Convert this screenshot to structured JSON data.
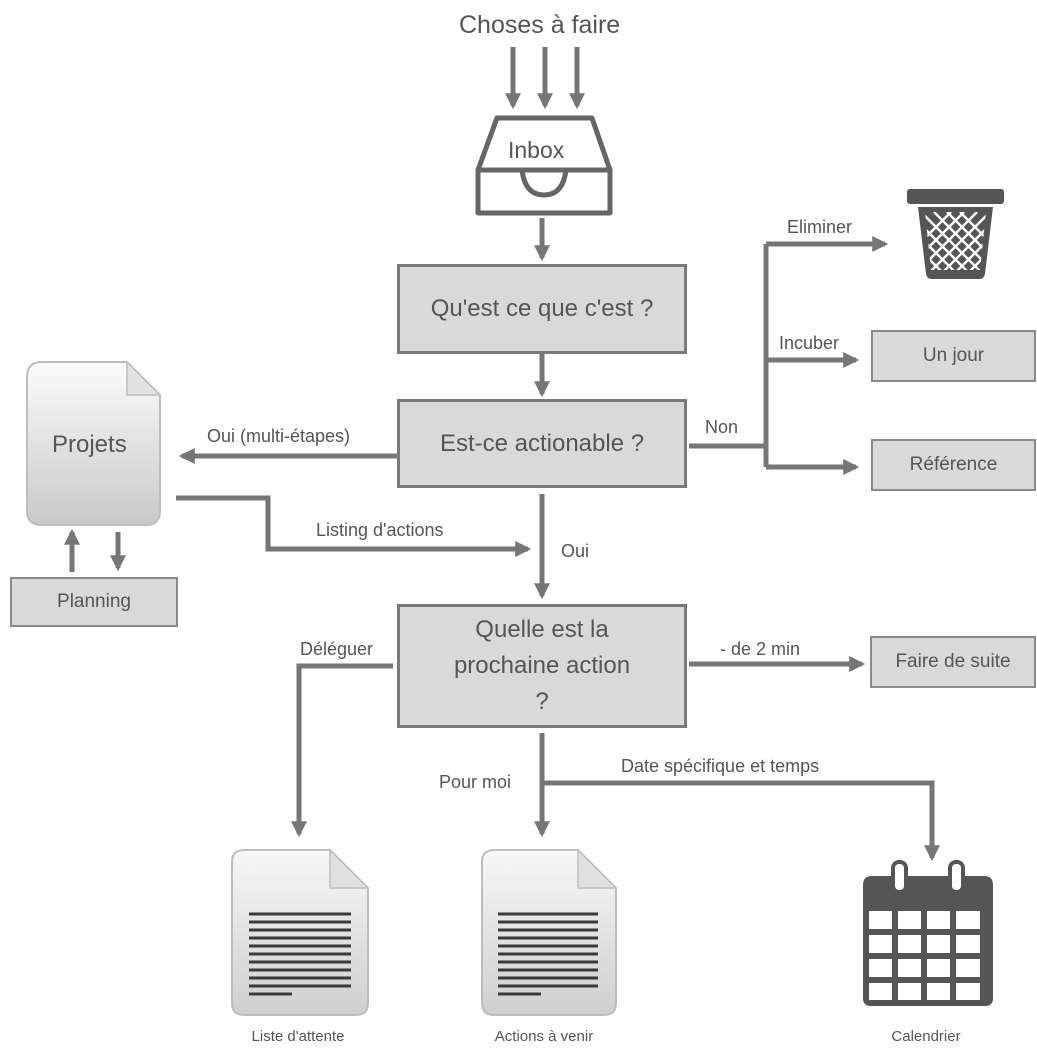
{
  "title": "Choses à faire",
  "inbox": {
    "label": "Inbox"
  },
  "question_what": "Qu'est ce que c'est ?",
  "question_actionable": "Est-ce actionable ?",
  "question_next": "Quelle est la prochaine action ?",
  "edges": {
    "oui_multi": "Oui (multi-étapes)",
    "non": "Non",
    "eliminer": "Eliminer",
    "incuber": "Incuber",
    "listing": "Listing d'actions",
    "oui": "Oui",
    "deleguer": "Déléguer",
    "moins_2min": "- de 2 min",
    "pour_moi": "Pour moi",
    "date_specifique": "Date spécifique et temps"
  },
  "boxes": {
    "un_jour": "Un jour",
    "reference": "Référence",
    "faire_de_suite": "Faire de suite",
    "planning": "Planning"
  },
  "projets": "Projets",
  "outputs": {
    "liste_attente": "Liste d'attente",
    "actions_venir": "Actions à venir",
    "calendrier": "Calendrier"
  },
  "colors": {
    "box_fill": "#d9d9d9",
    "box_border": "#7a7a7a",
    "arrow": "#767676",
    "text": "#555555",
    "icon_dark": "#555555"
  },
  "icons": [
    "trash-icon",
    "document-icon",
    "calendar-icon",
    "inbox-tray-icon"
  ]
}
